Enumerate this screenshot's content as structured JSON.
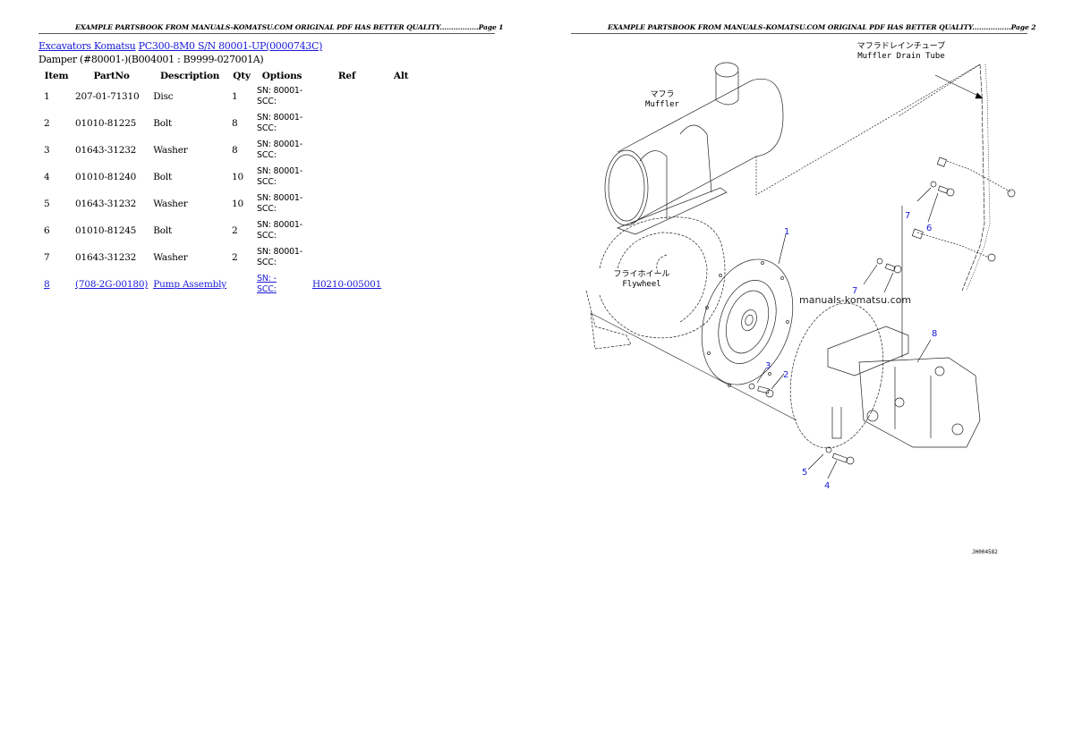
{
  "page1": {
    "header": "EXAMPLE PARTSBOOK FROM MANUALS-KOMATSU.COM ORIGINAL PDF HAS BETTER QUALITY.................Page 1",
    "breadcrumb": {
      "category": "Excavators Komatsu",
      "model": "PC300-8M0 S/N 80001-UP(0000743C)"
    },
    "subtitle": "Damper (#80001-)(B004001 : B9999-027001A)",
    "table": {
      "columns": [
        "Item",
        "PartNo",
        "Description",
        "Qty",
        "Options",
        "Ref",
        "Alt"
      ],
      "rows": [
        {
          "item": "1",
          "partno": "207-01-71310",
          "desc": "Disc",
          "qty": "1",
          "sn": "SN: 80001-",
          "scc": "SCC:",
          "ref": "",
          "alt": ""
        },
        {
          "item": "2",
          "partno": "01010-81225",
          "desc": "Bolt",
          "qty": "8",
          "sn": "SN: 80001-",
          "scc": "SCC:",
          "ref": "",
          "alt": ""
        },
        {
          "item": "3",
          "partno": "01643-31232",
          "desc": "Washer",
          "qty": "8",
          "sn": "SN: 80001-",
          "scc": "SCC:",
          "ref": "",
          "alt": ""
        },
        {
          "item": "4",
          "partno": "01010-81240",
          "desc": "Bolt",
          "qty": "10",
          "sn": "SN: 80001-",
          "scc": "SCC:",
          "ref": "",
          "alt": ""
        },
        {
          "item": "5",
          "partno": "01643-31232",
          "desc": "Washer",
          "qty": "10",
          "sn": "SN: 80001-",
          "scc": "SCC:",
          "ref": "",
          "alt": ""
        },
        {
          "item": "6",
          "partno": "01010-81245",
          "desc": "Bolt",
          "qty": "2",
          "sn": "SN: 80001-",
          "scc": "SCC:",
          "ref": "",
          "alt": ""
        },
        {
          "item": "7",
          "partno": "01643-31232",
          "desc": "Washer",
          "qty": "2",
          "sn": "SN: 80001-",
          "scc": "SCC:",
          "ref": "",
          "alt": ""
        },
        {
          "item": "8",
          "partno": "(708-2G-00180)",
          "desc": "Pump Assembly",
          "qty": "",
          "sn": "SN: -",
          "scc": "SCC:",
          "ref": "H0210-005001",
          "alt": ""
        }
      ]
    }
  },
  "page2": {
    "header": "EXAMPLE PARTSBOOK FROM MANUALS-KOMATSU.COM ORIGINAL PDF HAS BETTER QUALITY.................Page 2",
    "diagram": {
      "labels": {
        "muffler_jp": "マフラ",
        "muffler_en": "Muffler",
        "drain_jp": "マフラドレインチューブ",
        "drain_en": "Muffler Drain Tube",
        "flywheel_jp": "フライホイール",
        "flywheel_en": "Flywheel"
      },
      "callouts": [
        "1",
        "2",
        "3",
        "4",
        "5",
        "6",
        "7",
        "7",
        "8"
      ],
      "watermark": "manuals-komatsu.com",
      "drawing_id": "JH004582"
    }
  },
  "colors": {
    "link": "#1a1ad8",
    "callout": "#1a1ad8",
    "text": "#000000"
  }
}
